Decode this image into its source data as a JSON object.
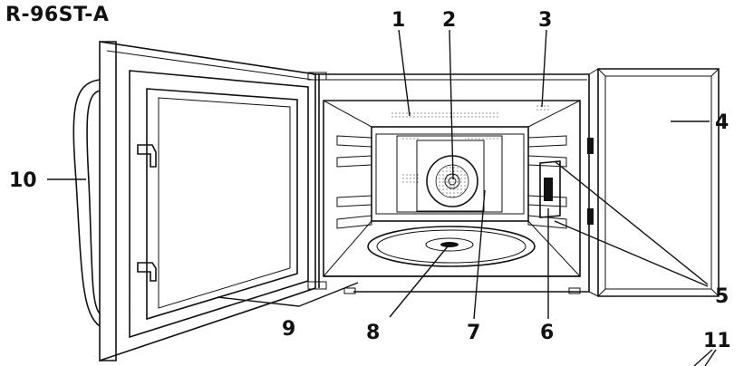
{
  "title": "R-96ST-A",
  "callouts": [
    {
      "id": "c1",
      "label": "1"
    },
    {
      "id": "c2",
      "label": "2"
    },
    {
      "id": "c3",
      "label": "3"
    },
    {
      "id": "c4",
      "label": "4"
    },
    {
      "id": "c5",
      "label": "5"
    },
    {
      "id": "c6",
      "label": "6"
    },
    {
      "id": "c7",
      "label": "7"
    },
    {
      "id": "c8",
      "label": "8"
    },
    {
      "id": "c9",
      "label": "9"
    },
    {
      "id": "c10",
      "label": "10"
    },
    {
      "id": "c11",
      "label": "11"
    }
  ]
}
